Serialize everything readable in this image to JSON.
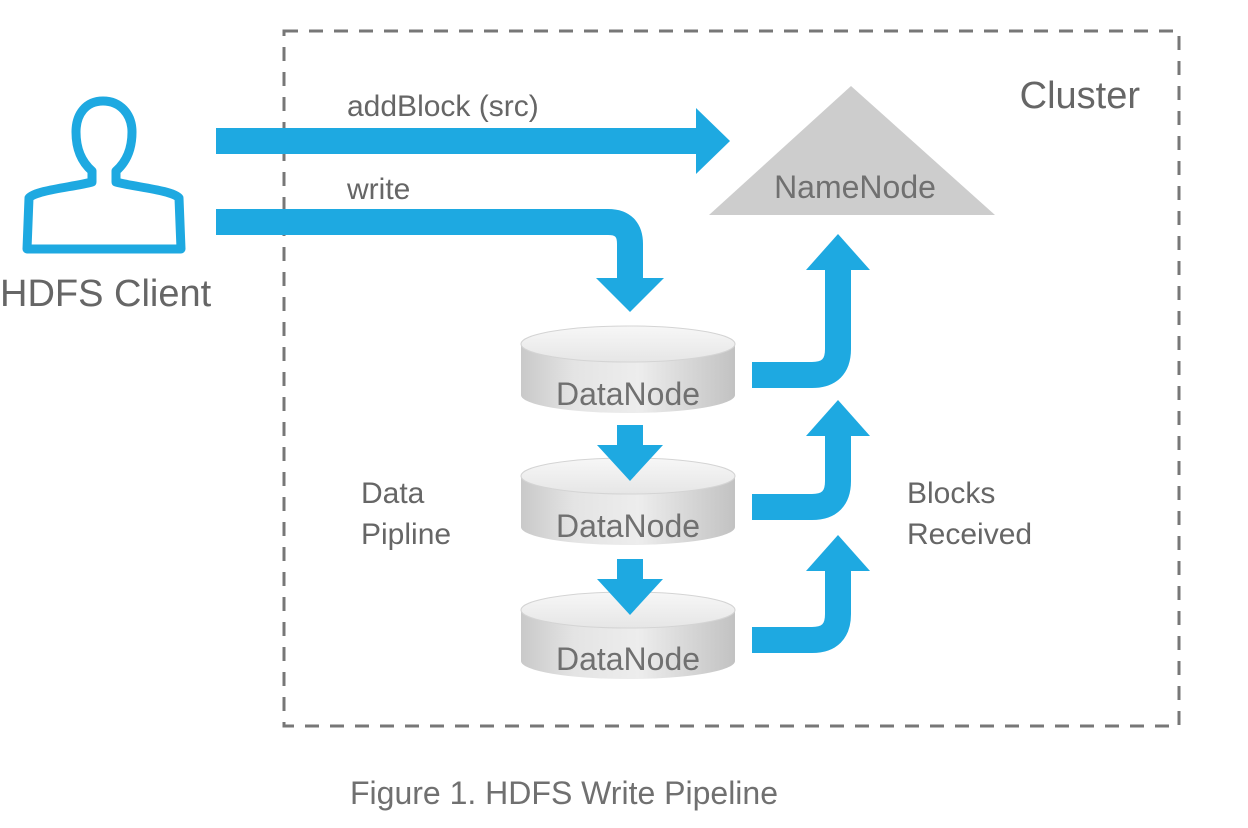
{
  "cluster": {
    "label": "Cluster"
  },
  "client": {
    "label": "HDFS Client",
    "icon": "user-icon"
  },
  "arrows": {
    "add_block_label": "addBlock (src)",
    "write_label": "write"
  },
  "namenode": {
    "label": "NameNode"
  },
  "datanodes": [
    {
      "label": "DataNode"
    },
    {
      "label": "DataNode"
    },
    {
      "label": "DataNode"
    }
  ],
  "pipeline_label": {
    "line1": "Data",
    "line2": "Pipline"
  },
  "blocks_received_label": {
    "line1": "Blocks",
    "line2": "Received"
  },
  "caption": "Figure 1. HDFS Write Pipeline",
  "colors": {
    "accent": "#1ea9e1",
    "namenode": "#cdcdcd",
    "text": "#666666",
    "border": "#777777"
  }
}
